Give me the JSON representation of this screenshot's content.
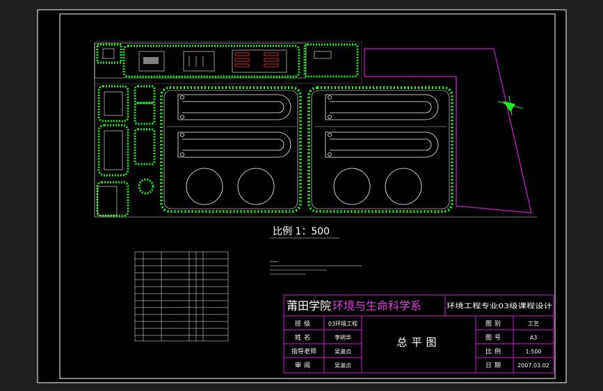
{
  "drawing": {
    "scale_label": "比例  1：500",
    "school_name": "莆田学院",
    "department_name": "环境与生命科学系",
    "project_name": "环境工程专业03级课程设计",
    "drawing_title": "总平图",
    "titleblock": {
      "left_rows": [
        {
          "label": "班级",
          "value": "03环境工程"
        },
        {
          "label": "姓名",
          "value": "李明华"
        },
        {
          "label": "指导老师",
          "value": "吴淑贞"
        },
        {
          "label": "审阅",
          "value": "吴淑贞"
        }
      ],
      "right_rows": [
        {
          "label": "图别",
          "value": "工艺"
        },
        {
          "label": "图号",
          "value": "A3"
        },
        {
          "label": "比例",
          "value": "1:500"
        },
        {
          "label": "日期",
          "value": "2007.03.02"
        }
      ]
    },
    "colors": {
      "background": "#000000",
      "frame": "#ffffff",
      "boundary": "#d020d0",
      "vegetation": "#22ee22",
      "titleblock_lines": "#d020d0",
      "department_text": "#e040e0"
    }
  }
}
